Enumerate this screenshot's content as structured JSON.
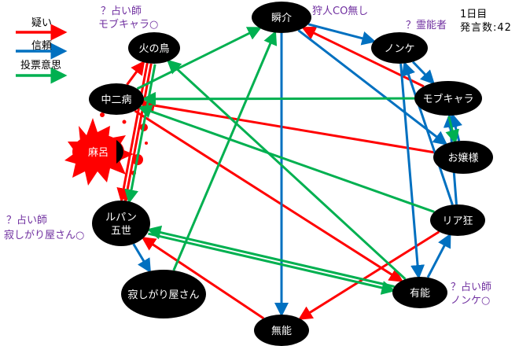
{
  "legend": {
    "suspect": {
      "label": "疑い",
      "color": "#ff0000"
    },
    "trust": {
      "label": "信頼",
      "color": "#0070c0"
    },
    "vote": {
      "label": "投票意思",
      "color": "#00b050"
    }
  },
  "info": {
    "day": "1日目",
    "statements": "発言数:42"
  },
  "nodes": {
    "shunsuke": "瞬介",
    "hinotori": "火の鳥",
    "nonke": "ノンケ",
    "chuni": "中二病",
    "mobu": "モブキャラ",
    "maro": "麻呂",
    "ojou": "お嬢様",
    "riakyo": "リア狂",
    "lupin1": "ルパン",
    "lupin2": "五世",
    "yuunou": "有能",
    "sabishi": "寂しがり屋さん",
    "munou": "無能"
  },
  "notes": {
    "hinotori_1": "？占い師",
    "hinotori_2": "モブキャラ○",
    "shunsuke": "狩人CO無し",
    "nonke": "？霊能者",
    "lupin_1": "？占い師",
    "lupin_2": "寂しがり屋さん○",
    "yuunou_1": "？占い師",
    "yuunou_2": "ノンケ○"
  },
  "status": {
    "maro": "dead"
  },
  "edges": [
    {
      "from": "chuni",
      "to": "hinotori",
      "type": "suspect"
    },
    {
      "from": "mobu",
      "to": "shunsuke",
      "type": "suspect"
    },
    {
      "from": "ojou",
      "to": "chuni",
      "type": "suspect"
    },
    {
      "from": "chuni",
      "to": "yuunou",
      "type": "suspect"
    },
    {
      "from": "hinotori",
      "to": "lupin",
      "type": "suspect"
    },
    {
      "from": "hinotori",
      "to": "lupin",
      "type": "suspect"
    },
    {
      "from": "munou",
      "to": "lupin",
      "type": "suspect"
    },
    {
      "from": "riakyo",
      "to": "munou",
      "type": "suspect"
    },
    {
      "from": "shunsuke",
      "to": "nonke",
      "type": "trust"
    },
    {
      "from": "shunsuke",
      "to": "ojou",
      "type": "trust"
    },
    {
      "from": "shunsuke",
      "to": "munou",
      "type": "trust"
    },
    {
      "from": "nonke",
      "to": "mobu",
      "type": "trust"
    },
    {
      "from": "nonke",
      "to": "yuunou",
      "type": "trust"
    },
    {
      "from": "riakyo",
      "to": "nonke",
      "type": "trust"
    },
    {
      "from": "riakyo",
      "to": "mobu",
      "type": "trust"
    },
    {
      "from": "ojou",
      "to": "mobu",
      "type": "trust"
    },
    {
      "from": "yuunou",
      "to": "riakyo",
      "type": "trust"
    },
    {
      "from": "lupin",
      "to": "sabishi",
      "type": "trust"
    },
    {
      "from": "mobu",
      "to": "ojou",
      "type": "vote"
    },
    {
      "from": "mobu",
      "to": "chuni",
      "type": "vote"
    },
    {
      "from": "riakyo",
      "to": "chuni",
      "type": "vote"
    },
    {
      "from": "chuni",
      "to": "shunsuke",
      "type": "vote"
    },
    {
      "from": "sabishi",
      "to": "shunsuke",
      "type": "vote"
    },
    {
      "from": "yuunou",
      "to": "hinotori",
      "type": "vote"
    },
    {
      "from": "yuunou",
      "to": "lupin",
      "type": "vote"
    },
    {
      "from": "lupin",
      "to": "yuunou",
      "type": "vote"
    },
    {
      "from": "hinotori",
      "to": "lupin",
      "type": "vote"
    }
  ]
}
